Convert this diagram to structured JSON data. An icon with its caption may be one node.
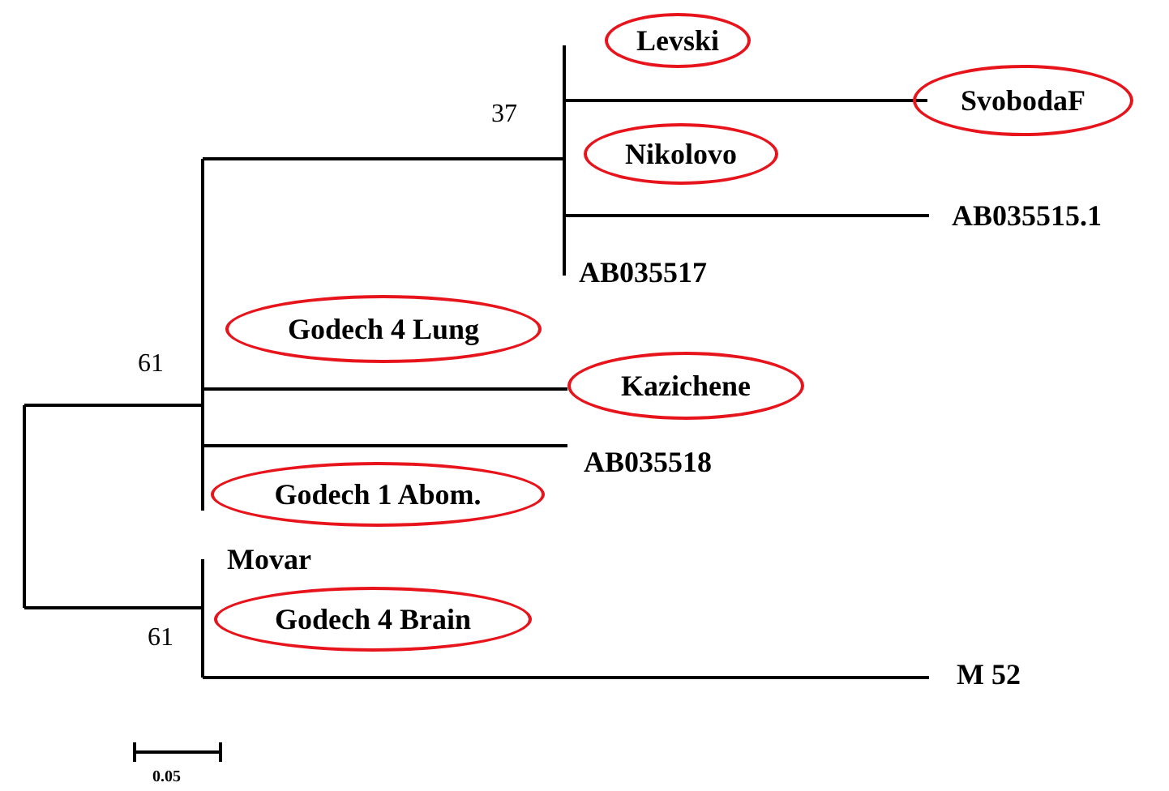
{
  "diagram": {
    "nodes": [
      {
        "text": [
          "Levski"
        ]
      },
      {
        "text": [
          "SvobodaF"
        ]
      },
      {
        "text": [
          "Nikolovo"
        ]
      },
      {
        "text": [
          "Godech 4 Lung"
        ]
      },
      {
        "text": [
          "Kazichene"
        ]
      },
      {
        "text": [
          "Godech 1 Abom."
        ]
      },
      {
        "text": [
          "Godech 4 Brain"
        ]
      }
    ],
    "labels": [
      "37",
      "AB035515.1",
      "AB035517",
      "61",
      "AB035518",
      "Movar",
      "61",
      "M 52",
      "0.05"
    ]
  }
}
